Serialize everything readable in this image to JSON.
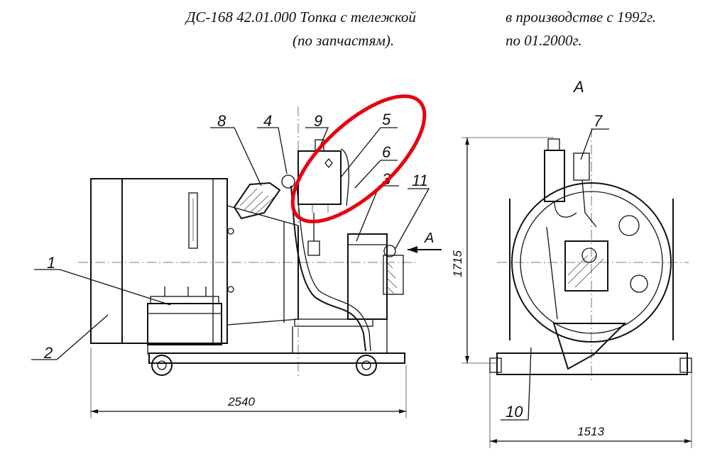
{
  "header": {
    "title_line1": "ДС-168 42.01.000 Топка с тележкой",
    "title_line2": "(по запчастям).",
    "date_line1": "в производстве с 1992г.",
    "date_line2": "по 01.2000г."
  },
  "views": {
    "side_view_label": "A",
    "arrow_label": "A"
  },
  "callouts": [
    "1",
    "2",
    "3",
    "4",
    "5",
    "6",
    "7",
    "8",
    "9",
    "10",
    "11"
  ],
  "dimensions": {
    "length": "2540",
    "height": "1715",
    "width": "1513"
  },
  "highlight": {
    "color": "#e8000d",
    "target": "5"
  }
}
